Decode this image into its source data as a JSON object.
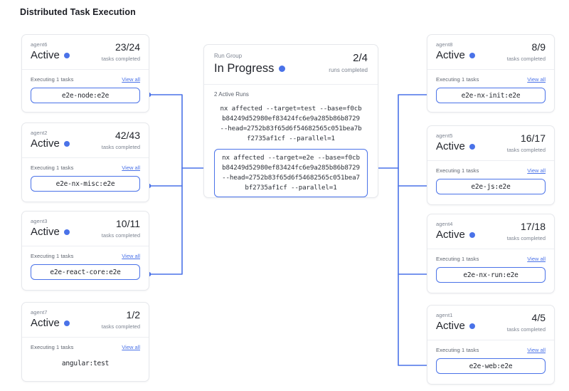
{
  "page": {
    "title": "Distributed Task Execution",
    "accent_color": "#4a72e8",
    "card_border_color": "#e6e8ec",
    "muted_text_color": "#7d8491"
  },
  "labels": {
    "tasks_completed": "tasks completed",
    "runs_completed": "runs completed",
    "executing_prefix": "Executing 1 tasks",
    "view_all": "View all",
    "active_runs": "2 Active Runs"
  },
  "run_group": {
    "kicker": "Run Group",
    "status": "In Progress",
    "status_dot": "status-dot-blue",
    "count": "2/4",
    "count_label": "runs completed",
    "active_runs_label": "2 Active Runs",
    "runs": [
      {
        "command": "nx affected --target=test --base=f0cbb84249d52980ef83424fc6e9a285b86b8729 --head=2752b83f65d6f54682565c051bea7bf2735af1cf --parallel=1",
        "selected": false
      },
      {
        "command": "nx affected --target=e2e --base=f0cbb84249d52980ef83424fc6e9a285b86b8729 --head=2752b83f65d6f54682565c051bea7bf2735af1cf --parallel=1",
        "selected": true
      }
    ]
  },
  "agents_left": [
    {
      "name": "agent6",
      "status": "Active",
      "count": "23/24",
      "count_label": "tasks completed",
      "executing_label": "Executing 1 tasks",
      "view_all": "View all",
      "task": "e2e-node:e2e",
      "connected": true
    },
    {
      "name": "agent2",
      "status": "Active",
      "count": "42/43",
      "count_label": "tasks completed",
      "executing_label": "Executing 1 tasks",
      "view_all": "View all",
      "task": "e2e-nx-misc:e2e",
      "connected": true
    },
    {
      "name": "agent3",
      "status": "Active",
      "count": "10/11",
      "count_label": "tasks completed",
      "executing_label": "Executing 1 tasks",
      "view_all": "View all",
      "task": "e2e-react-core:e2e",
      "connected": true
    },
    {
      "name": "agent7",
      "status": "Active",
      "count": "1/2",
      "count_label": "tasks completed",
      "executing_label": "Executing 1 tasks",
      "view_all": "View all",
      "task": "angular:test",
      "connected": false
    }
  ],
  "agents_right": [
    {
      "name": "agent8",
      "status": "Active",
      "count": "8/9",
      "count_label": "tasks completed",
      "executing_label": "Executing 1 tasks",
      "view_all": "View all",
      "task": "e2e-nx-init:e2e",
      "connected": true
    },
    {
      "name": "agent5",
      "status": "Active",
      "count": "16/17",
      "count_label": "tasks completed",
      "executing_label": "Executing 1 tasks",
      "view_all": "View all",
      "task": "e2e-js:e2e",
      "connected": true
    },
    {
      "name": "agent4",
      "status": "Active",
      "count": "17/18",
      "count_label": "tasks completed",
      "executing_label": "Executing 1 tasks",
      "view_all": "View all",
      "task": "e2e-nx-run:e2e",
      "connected": true
    },
    {
      "name": "agent1",
      "status": "Active",
      "count": "4/5",
      "count_label": "tasks completed",
      "executing_label": "Executing 1 tasks",
      "view_all": "View all",
      "task": "e2e-web:e2e",
      "connected": true
    }
  ]
}
